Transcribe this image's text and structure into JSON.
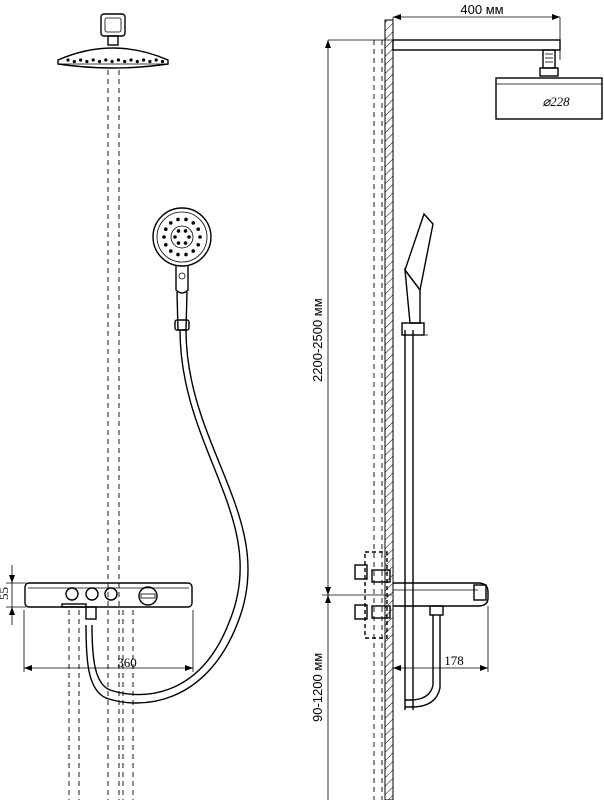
{
  "dimensions": {
    "arm_length": "400 мм",
    "head_diameter": "⌀228",
    "total_height": "2200-2500 мм",
    "mixer_height": "90-1200 мм",
    "shelf_width": "360",
    "shelf_depth": "178",
    "shelf_thickness": "55"
  }
}
